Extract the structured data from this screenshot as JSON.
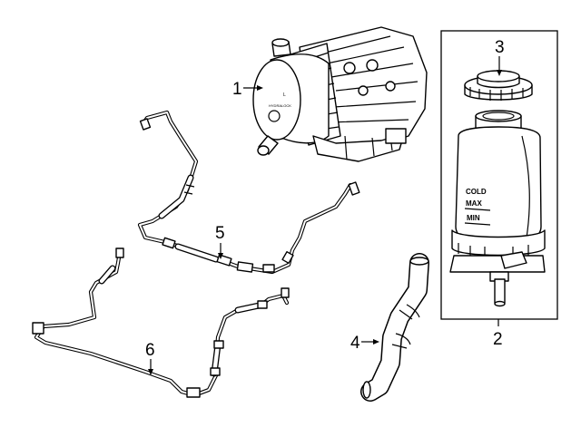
{
  "callouts": {
    "c1": "1",
    "c2": "2",
    "c3": "3",
    "c4": "4",
    "c5": "5",
    "c6": "6"
  },
  "reservoir_markings": {
    "cold": "COLD",
    "max": "MAX",
    "min": "MIN"
  },
  "pump_label": {
    "letter": "L",
    "brand": "HYDRALOCK"
  },
  "colors": {
    "line": "#000000",
    "background": "#ffffff"
  }
}
